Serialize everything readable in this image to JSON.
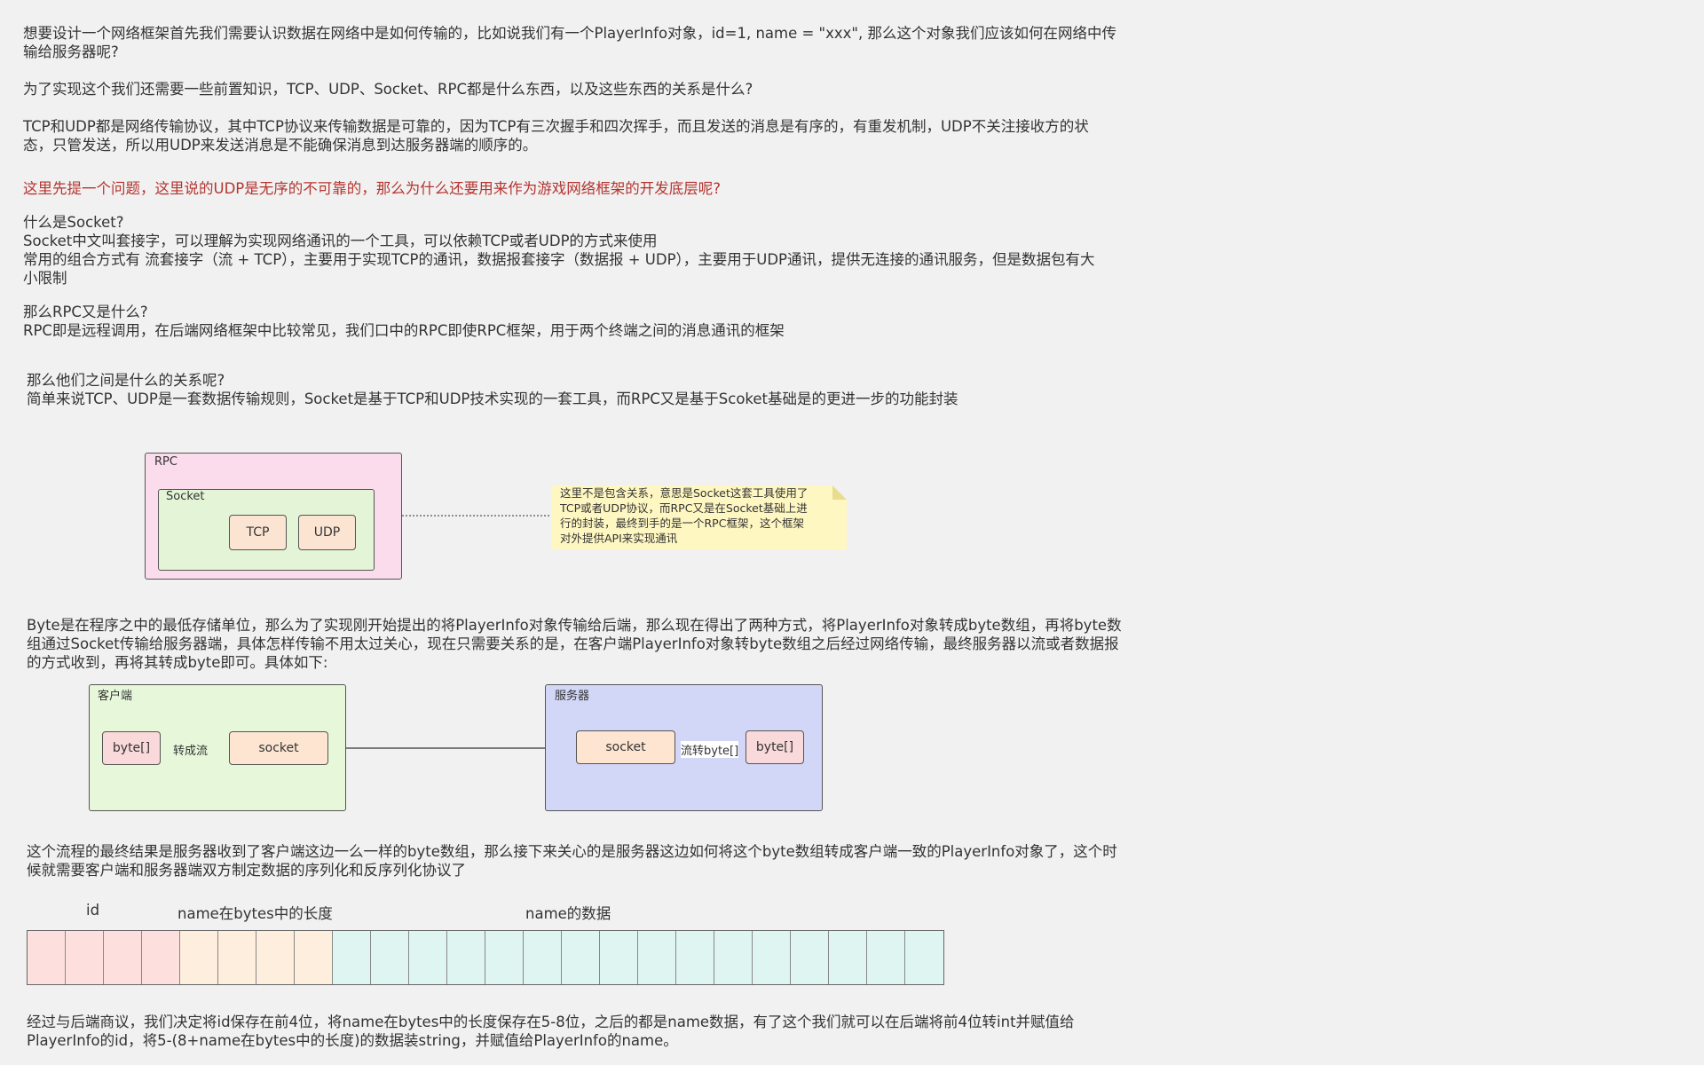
{
  "paragraphs": {
    "p1": [
      "想要设计一个网络框架首先我们需要认识数据在网络中是如何传输的，比如说我们有一个PlayerInfo对象，id=1, name = \"xxx\", 那么这个对象我们应该如何在网络中传",
      "输给服务器呢?"
    ],
    "p2": "为了实现这个我们还需要一些前置知识，TCP、UDP、Socket、RPC都是什么东西，以及这些东西的关系是什么?",
    "p3": [
      "TCP和UDP都是网络传输协议，其中TCP协议来传输数据是可靠的，因为TCP有三次握手和四次挥手，而且发送的消息是有序的，有重发机制，UDP不关注接收方的状",
      "态，只管发送，所以用UDP来发送消息是不能确保消息到达服务器端的顺序的。"
    ],
    "p4": "这里先提一个问题，这里说的UDP是无序的不可靠的，那么为什么还要用来作为游戏网络框架的开发底层呢?",
    "p5": [
      "什么是Socket?",
      "Socket中文叫套接字，可以理解为实现网络通讯的一个工具，可以依赖TCP或者UDP的方式来使用",
      "常用的组合方式有 流套接字（流 + TCP），主要用于实现TCP的通讯，数据报套接字（数据报 + UDP），主要用于UDP通讯，提供无连接的通讯服务，但是数据包有大",
      "小限制"
    ],
    "p6": [
      "那么RPC又是什么?",
      "RPC即是远程调用，在后端网络框架中比较常见，我们口中的RPC即使RPC框架，用于两个终端之间的消息通讯的框架"
    ],
    "p7": [
      "那么他们之间是什么的关系呢?",
      "简单来说TCP、UDP是一套数据传输规则，Socket是基于TCP和UDP技术实现的一套工具，而RPC又是基于Scoket基础是的更进一步的功能封装"
    ],
    "p8": [
      "Byte是在程序之中的最低存储单位，那么为了实现刚开始提出的将PlayerInfo对象传输给后端，那么现在得出了两种方式，将PlayerInfo对象转成byte数组，再将byte数",
      "组通过Socket传输给服务器端，具体怎样传输不用太过关心，现在只需要关系的是，在客户端PlayerInfo对象转byte数组之后经过网络传输，最终服务器以流或者数据报",
      "的方式收到，再将其转成byte即可。具体如下:"
    ],
    "p9": [
      "这个流程的最终结果是服务器收到了客户端这边一么一样的byte数组，那么接下来关心的是服务器这边如何将这个byte数组转成客户端一致的PlayerInfo对象了，这个时",
      "候就需要客户端和服务器端双方制定数据的序列化和反序列化协议了"
    ],
    "p10": [
      "经过与后端商议，我们决定将id保存在前4位，将name在bytes中的长度保存在5-8位，之后的都是name数据，有了这个我们就可以在后端将前4位转int并赋值给",
      "PlayerInfo的id，将5-(8+name在bytes中的长度)的数据装string，并赋值给PlayerInfo的name。"
    ]
  },
  "diagram1": {
    "rpc": "RPC",
    "socket": "Socket",
    "tcp": "TCP",
    "udp": "UDP",
    "note": [
      "这里不是包含关系，意思是Socket这套工具使用了",
      "TCP或者UDP协议，而RPC又是在Socket基础上进",
      "行的封装，最终到手的是一个RPC框架，这个框架",
      "对外提供API来实现通讯"
    ],
    "colors": {
      "rpc_fill": "#fbdcec",
      "socket_fill": "#e3f5d6",
      "proto_fill": "#fce4d3",
      "note_fill": "#fff7c2"
    }
  },
  "diagram2": {
    "client": "客户端",
    "server": "服务器",
    "client_bytes": "byte[]",
    "client_socket": "socket",
    "to_stream": "转成流",
    "server_socket": "socket",
    "stream_to_bytes": "流转byte[]",
    "server_bytes": "byte[]",
    "colors": {
      "client_fill": "#e6f7da",
      "server_fill": "#d2d6f7",
      "bytes_fill": "#f9d9d9",
      "socket_fill": "#fde5d2"
    }
  },
  "byte_layout": {
    "id_label": "id",
    "len_label": "name在bytes中的长度",
    "data_label": "name的数据",
    "id_cells": 4,
    "len_cells": 4,
    "data_cells": 16,
    "colors": {
      "id": "#fde0de",
      "len": "#fdeedd",
      "data": "#dff5f2"
    }
  }
}
